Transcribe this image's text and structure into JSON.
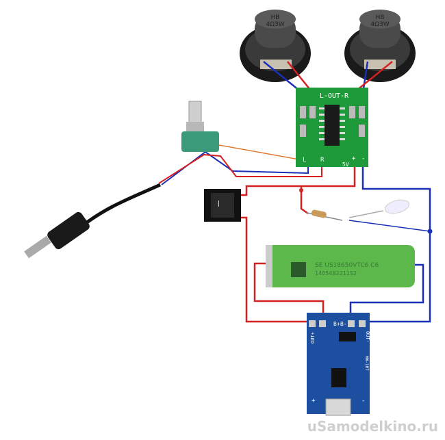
{
  "speakers": [
    {
      "marking_line1": "HB",
      "marking_line2": "4Ω3W"
    },
    {
      "marking_line1": "HB",
      "marking_line2": "4Ω3W"
    }
  ],
  "amplifier": {
    "out_label": "L-OUT-R",
    "in_left": "L",
    "in_right": "R",
    "power_label": "5V",
    "plus": "+",
    "minus": "-"
  },
  "battery": {
    "marking_line1": "SE US18650VTC6 C6",
    "marking_line2": "1405482211S2"
  },
  "charger": {
    "out_plus": "OUT+",
    "b_plus": "B+",
    "b_minus": "B-",
    "out_minus": "OUT-",
    "in_plus": "+",
    "in_minus": "-",
    "model": "HW-107"
  },
  "watermark": "uSamodelkino.ru",
  "colors": {
    "red_wire": "#d42020",
    "blue_wire": "#1a2fb8",
    "orange_wire": "#e07a30",
    "pcb_green": "#1f9a3a",
    "pcb_blue": "#1c4fa0",
    "battery": "#5cb84a"
  }
}
